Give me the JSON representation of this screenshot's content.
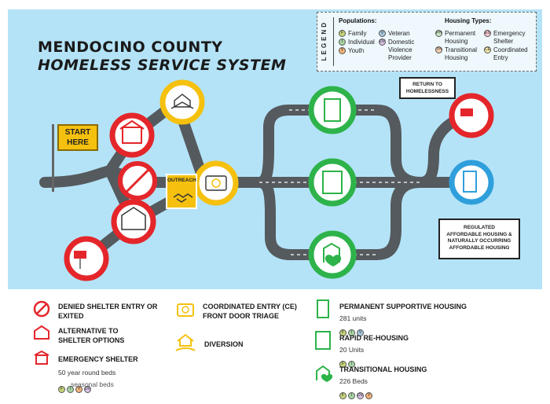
{
  "title": {
    "line1": "MENDOCINO COUNTY",
    "line2": "HOMELESS SERVICE SYSTEM"
  },
  "legend": {
    "label": "LEGEND",
    "populations_heading": "Populations:",
    "populations": [
      {
        "label": "Family",
        "code": "F",
        "color": "#c9d67a"
      },
      {
        "label": "Individual",
        "code": "I",
        "color": "#a9d6a5"
      },
      {
        "label": "Youth",
        "code": "Y",
        "color": "#f2b37a"
      },
      {
        "label": "Veteran",
        "code": "V",
        "color": "#a7c9e0"
      },
      {
        "label": "Domestic",
        "code": "DV",
        "color": "#d8c3e6"
      },
      {
        "label": "Violence",
        "code": "",
        "color": ""
      },
      {
        "label": "Provider",
        "code": "",
        "color": ""
      }
    ],
    "housing_heading": "Housing Types:",
    "housing": [
      {
        "label": "Permanent",
        "code": "PH",
        "color": "#c9e9c4"
      },
      {
        "label": "Housing",
        "code": "",
        "color": ""
      },
      {
        "label": "Transitional",
        "code": "TH",
        "color": "#f5d0b0"
      },
      {
        "label": "Housing",
        "code": "",
        "color": ""
      },
      {
        "label": "Emergency",
        "code": "ES",
        "color": "#f7c6cf"
      },
      {
        "label": "Shelter",
        "code": "",
        "color": ""
      },
      {
        "label": "Coordinated",
        "code": "CE",
        "color": "#f6e9a8"
      },
      {
        "label": "Entry",
        "code": "",
        "color": ""
      }
    ]
  },
  "nodes": {
    "start_line1": "START",
    "start_line2": "HERE",
    "outreach": "OUTREACH",
    "return_line1": "RETURN TO",
    "return_line2": "HOMELESSNESS",
    "affordable_line1": "REGULATED",
    "affordable_line2": "AFFORDABLE HOUSING &",
    "affordable_line3": "NATURALLY OCCURRING",
    "affordable_line4": "AFFORDABLE HOUSING"
  },
  "colors": {
    "red": "#e4262b",
    "yellow": "#f5c10e",
    "green": "#2db34a",
    "blue": "#2f9fdc",
    "road": "#555a5e"
  },
  "bottom": {
    "denied_line1": "DENIED SHELTER ENTRY  OR",
    "denied_line2": "EXITED",
    "alt_line1": "ALTERNATIVE TO",
    "alt_line2": "SHELTER  OPTIONS",
    "emergency": "EMERGENCY SHELTER",
    "emergency_sub": "50 year round beds",
    "emergency_sub2": "seasonal beds",
    "ce_line1": "COORDINATED ENTRY (CE)",
    "ce_line2": "FRONT DOOR TRIAGE",
    "diversion": "DIVERSION",
    "psh": "PERMANENT SUPPORTIVE  HOUSING",
    "psh_sub": "281 units",
    "rrh": "RAPID RE-HOUSING",
    "rrh_sub": "20 Units",
    "th": "TRANSITIONAL HOUSING",
    "th_sub": "226 Beds"
  }
}
